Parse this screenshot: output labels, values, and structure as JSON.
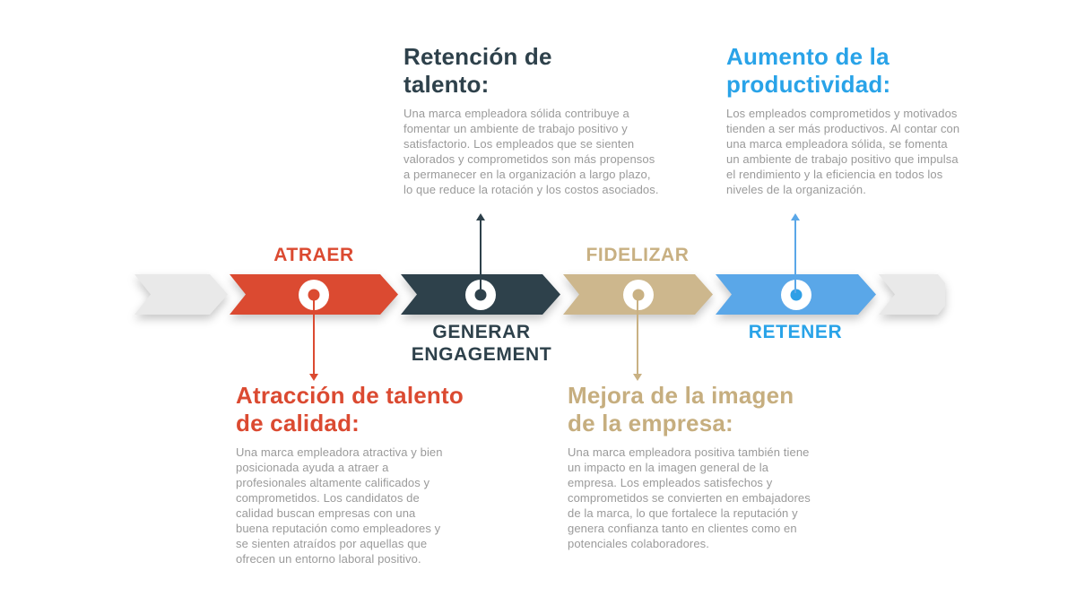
{
  "palette": {
    "red": "#db4a31",
    "dark_slate": "#2e414b",
    "tan_segment": "#cdb78d",
    "tan_text": "#c6ae7f",
    "blue_segment": "#5aa7e8",
    "blue_text": "#29a3e8",
    "gray_segment": "#e9e9e9",
    "body_text_gray": "#9a9a9a"
  },
  "timeline": {
    "stages": [
      {
        "label": "ATRAER",
        "color": "#db4a31"
      },
      {
        "label": "GENERAR ENGAGEMENT",
        "color": "#2e414b"
      },
      {
        "label": "FIDELIZAR",
        "color": "#cdb78d"
      },
      {
        "label": "RETENER",
        "color": "#5aa7e8"
      }
    ]
  },
  "callouts": [
    {
      "title": "Retención de talento:",
      "body": "Una marca empleadora sólida contribuye a fomentar un ambiente de trabajo positivo y satisfactorio. Los empleados que se sienten valorados y comprometidos son más propensos a permanecer en la organización a largo plazo, lo que reduce la rotación y los costos asociados.",
      "color": "#2e414b"
    },
    {
      "title": "Aumento de la productividad:",
      "body": "Los empleados comprometidos y motivados tienden a ser más productivos. Al contar con una marca empleadora sólida, se fomenta un ambiente de trabajo positivo que impulsa el rendimiento y la eficiencia en todos los niveles de la organización.",
      "color": "#29a3e8"
    },
    {
      "title": "Atracción de talento de calidad:",
      "body": "Una marca empleadora atractiva y bien posicionada ayuda a atraer a profesionales altamente calificados y comprometidos. Los candidatos de calidad buscan empresas con una buena reputación como empleadores y se sienten atraídos por aquellas que ofrecen un entorno laboral positivo.",
      "color": "#db4a31"
    },
    {
      "title": "Mejora de la imagen de la empresa:",
      "body": "Una marca empleadora positiva también tiene un impacto en la imagen general de la empresa. Los empleados satisfechos y comprometidos se convierten en embajadores de la marca, lo que fortalece la reputación y genera confianza tanto en clientes como en potenciales colaboradores.",
      "color": "#c6ae7f"
    }
  ]
}
